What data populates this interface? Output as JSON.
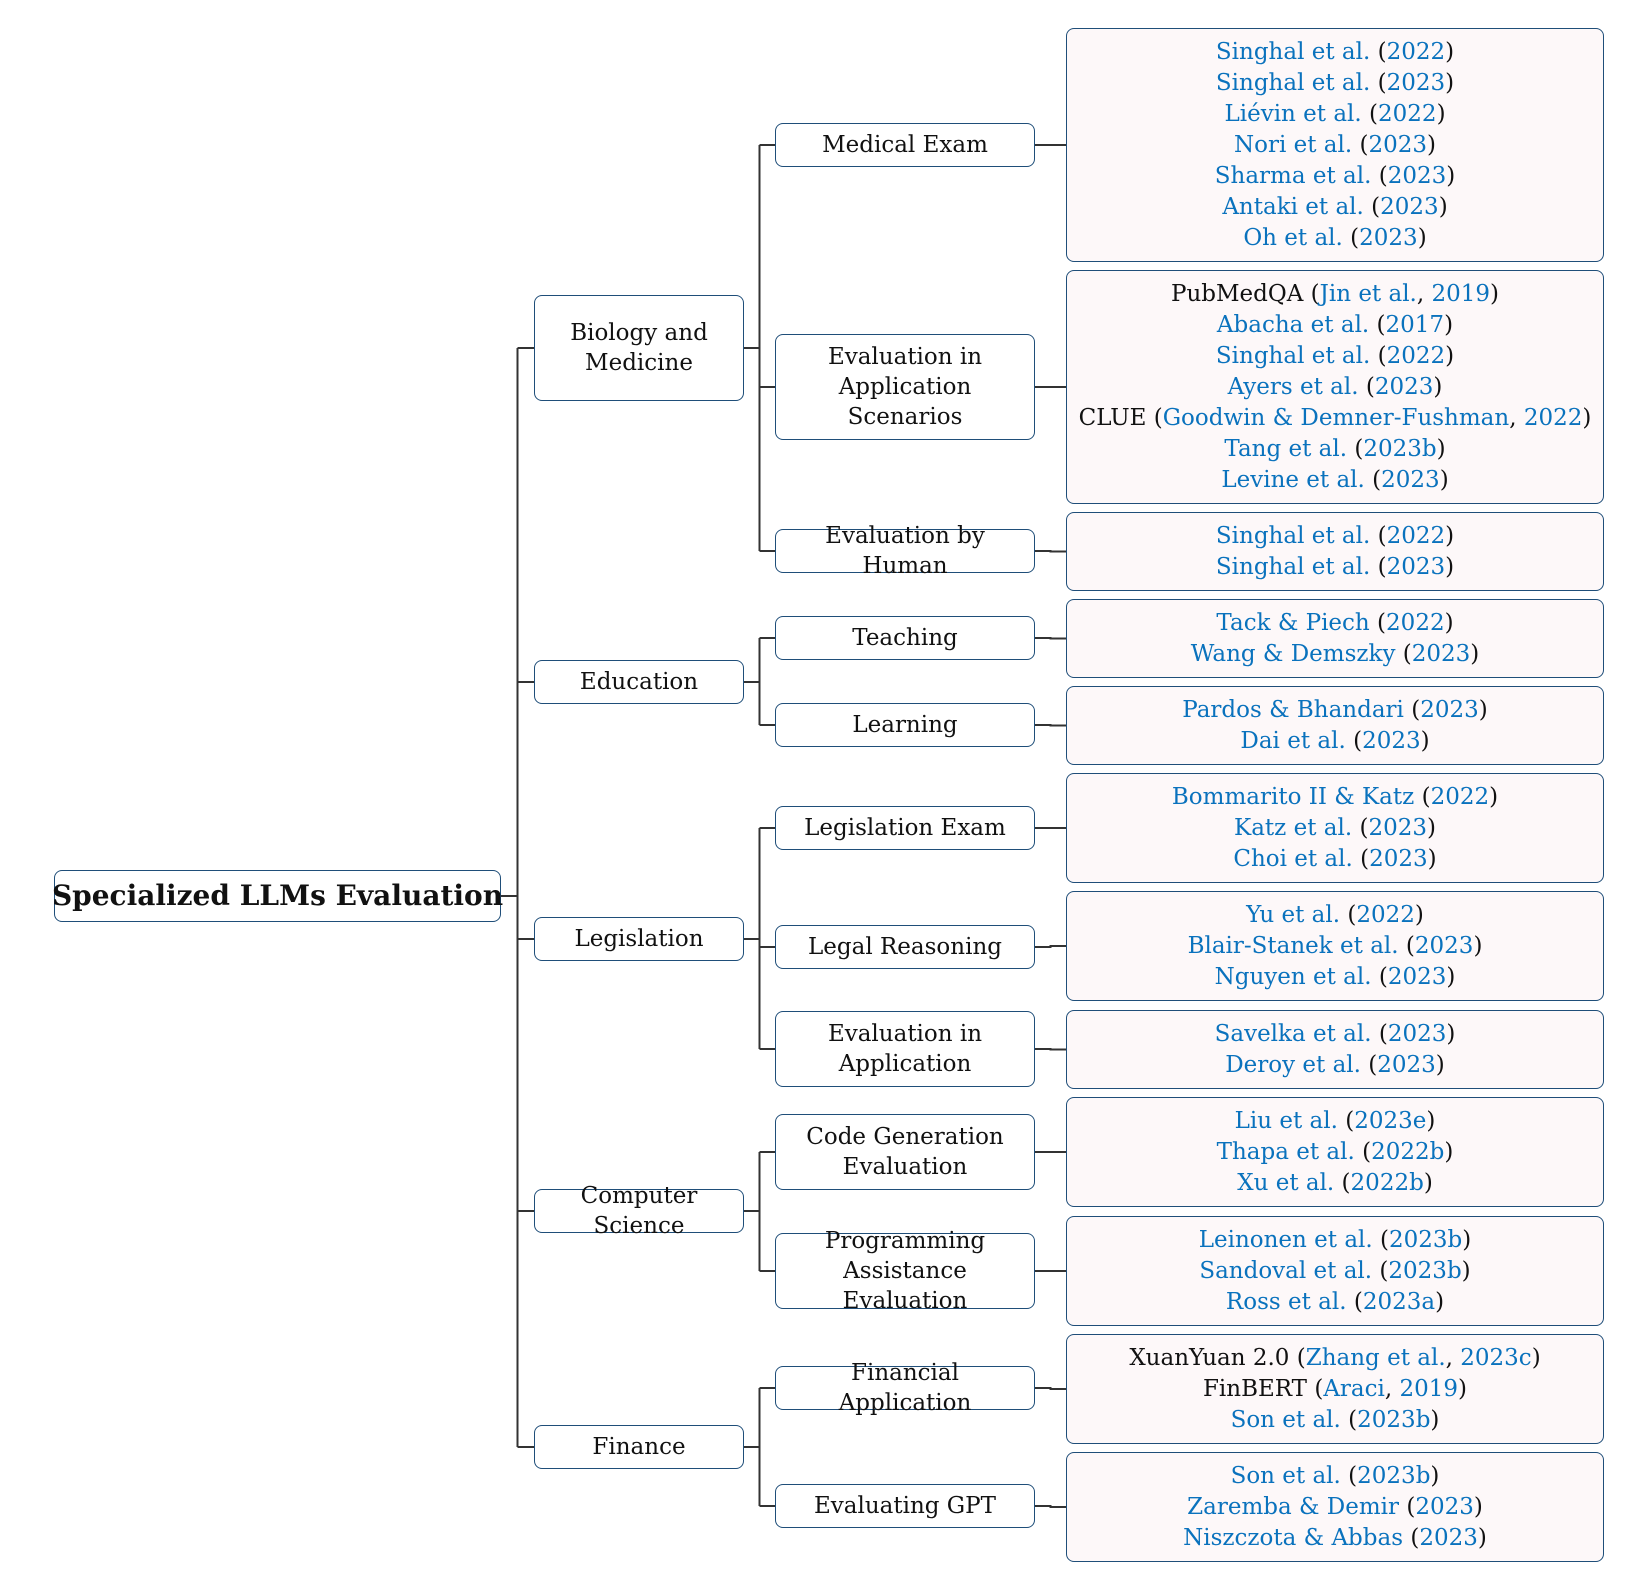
{
  "colors": {
    "box_border": "#1f4e79",
    "link_blue": "#0a72bd",
    "leaf_fill": "#fdf8f9",
    "connector": "#333333"
  },
  "root": {
    "label": "Specialized LLMs Evaluation"
  },
  "categories": [
    {
      "key": "bio",
      "label": "Biology and Medicine",
      "subs": [
        {
          "label": "Medical Exam",
          "refs": [
            [
              {
                "t": "Singhal et al.",
                "b": 1
              },
              {
                "t": " (",
                "b": 0
              },
              {
                "t": "2022",
                "b": 1
              },
              {
                "t": ")",
                "b": 0
              }
            ],
            [
              {
                "t": "Singhal et al.",
                "b": 1
              },
              {
                "t": " (",
                "b": 0
              },
              {
                "t": "2023",
                "b": 1
              },
              {
                "t": ")",
                "b": 0
              }
            ],
            [
              {
                "t": "Liévin et al.",
                "b": 1
              },
              {
                "t": " (",
                "b": 0
              },
              {
                "t": "2022",
                "b": 1
              },
              {
                "t": ")",
                "b": 0
              }
            ],
            [
              {
                "t": "Nori et al.",
                "b": 1
              },
              {
                "t": " (",
                "b": 0
              },
              {
                "t": "2023",
                "b": 1
              },
              {
                "t": ")",
                "b": 0
              }
            ],
            [
              {
                "t": "Sharma et al.",
                "b": 1
              },
              {
                "t": " (",
                "b": 0
              },
              {
                "t": "2023",
                "b": 1
              },
              {
                "t": ")",
                "b": 0
              }
            ],
            [
              {
                "t": "Antaki et al.",
                "b": 1
              },
              {
                "t": " (",
                "b": 0
              },
              {
                "t": "2023",
                "b": 1
              },
              {
                "t": ")",
                "b": 0
              }
            ],
            [
              {
                "t": "Oh et al.",
                "b": 1
              },
              {
                "t": " (",
                "b": 0
              },
              {
                "t": "2023",
                "b": 1
              },
              {
                "t": ")",
                "b": 0
              }
            ]
          ]
        },
        {
          "label": "Evaluation in Application Scenarios",
          "refs": [
            [
              {
                "t": "PubMedQA (",
                "b": 0
              },
              {
                "t": "Jin et al.",
                "b": 1
              },
              {
                "t": ", ",
                "b": 0
              },
              {
                "t": "2019",
                "b": 1
              },
              {
                "t": ")",
                "b": 0
              }
            ],
            [
              {
                "t": "Abacha et al.",
                "b": 1
              },
              {
                "t": " (",
                "b": 0
              },
              {
                "t": "2017",
                "b": 1
              },
              {
                "t": ")",
                "b": 0
              }
            ],
            [
              {
                "t": "Singhal et al.",
                "b": 1
              },
              {
                "t": " (",
                "b": 0
              },
              {
                "t": "2022",
                "b": 1
              },
              {
                "t": ")",
                "b": 0
              }
            ],
            [
              {
                "t": "Ayers et al.",
                "b": 1
              },
              {
                "t": " (",
                "b": 0
              },
              {
                "t": "2023",
                "b": 1
              },
              {
                "t": ")",
                "b": 0
              }
            ],
            [
              {
                "t": "CLUE (",
                "b": 0
              },
              {
                "t": "Goodwin & Demner-Fushman",
                "b": 1
              },
              {
                "t": ", ",
                "b": 0
              },
              {
                "t": "2022",
                "b": 1
              },
              {
                "t": ")",
                "b": 0
              }
            ],
            [
              {
                "t": "Tang et al.",
                "b": 1
              },
              {
                "t": " (",
                "b": 0
              },
              {
                "t": "2023b",
                "b": 1
              },
              {
                "t": ")",
                "b": 0
              }
            ],
            [
              {
                "t": "Levine et al.",
                "b": 1
              },
              {
                "t": " (",
                "b": 0
              },
              {
                "t": "2023",
                "b": 1
              },
              {
                "t": ")",
                "b": 0
              }
            ]
          ]
        },
        {
          "label": "Evaluation by Human",
          "refs": [
            [
              {
                "t": "Singhal et al.",
                "b": 1
              },
              {
                "t": " (",
                "b": 0
              },
              {
                "t": "2022",
                "b": 1
              },
              {
                "t": ")",
                "b": 0
              }
            ],
            [
              {
                "t": "Singhal et al.",
                "b": 1
              },
              {
                "t": " (",
                "b": 0
              },
              {
                "t": "2023",
                "b": 1
              },
              {
                "t": ")",
                "b": 0
              }
            ]
          ]
        }
      ]
    },
    {
      "key": "edu",
      "label": "Education",
      "subs": [
        {
          "label": "Teaching",
          "refs": [
            [
              {
                "t": "Tack & Piech",
                "b": 1
              },
              {
                "t": " (",
                "b": 0
              },
              {
                "t": "2022",
                "b": 1
              },
              {
                "t": ")",
                "b": 0
              }
            ],
            [
              {
                "t": "Wang & Demszky",
                "b": 1
              },
              {
                "t": " (",
                "b": 0
              },
              {
                "t": "2023",
                "b": 1
              },
              {
                "t": ")",
                "b": 0
              }
            ]
          ]
        },
        {
          "label": "Learning",
          "refs": [
            [
              {
                "t": "Pardos & Bhandari",
                "b": 1
              },
              {
                "t": " (",
                "b": 0
              },
              {
                "t": "2023",
                "b": 1
              },
              {
                "t": ")",
                "b": 0
              }
            ],
            [
              {
                "t": "Dai et al.",
                "b": 1
              },
              {
                "t": " (",
                "b": 0
              },
              {
                "t": "2023",
                "b": 1
              },
              {
                "t": ")",
                "b": 0
              }
            ]
          ]
        }
      ]
    },
    {
      "key": "leg",
      "label": "Legislation",
      "subs": [
        {
          "label": "Legislation Exam",
          "refs": [
            [
              {
                "t": "Bommarito II & Katz",
                "b": 1
              },
              {
                "t": " (",
                "b": 0
              },
              {
                "t": "2022",
                "b": 1
              },
              {
                "t": ")",
                "b": 0
              }
            ],
            [
              {
                "t": "Katz et al.",
                "b": 1
              },
              {
                "t": " (",
                "b": 0
              },
              {
                "t": "2023",
                "b": 1
              },
              {
                "t": ")",
                "b": 0
              }
            ],
            [
              {
                "t": "Choi et al.",
                "b": 1
              },
              {
                "t": " (",
                "b": 0
              },
              {
                "t": "2023",
                "b": 1
              },
              {
                "t": ")",
                "b": 0
              }
            ]
          ]
        },
        {
          "label": "Legal Reasoning",
          "refs": [
            [
              {
                "t": "Yu et al.",
                "b": 1
              },
              {
                "t": " (",
                "b": 0
              },
              {
                "t": "2022",
                "b": 1
              },
              {
                "t": ")",
                "b": 0
              }
            ],
            [
              {
                "t": "Blair-Stanek et al.",
                "b": 1
              },
              {
                "t": " (",
                "b": 0
              },
              {
                "t": "2023",
                "b": 1
              },
              {
                "t": ")",
                "b": 0
              }
            ],
            [
              {
                "t": "Nguyen et al.",
                "b": 1
              },
              {
                "t": " (",
                "b": 0
              },
              {
                "t": "2023",
                "b": 1
              },
              {
                "t": ")",
                "b": 0
              }
            ]
          ]
        },
        {
          "label": "Evaluation in Application",
          "refs": [
            [
              {
                "t": "Savelka et al.",
                "b": 1
              },
              {
                "t": " (",
                "b": 0
              },
              {
                "t": "2023",
                "b": 1
              },
              {
                "t": ")",
                "b": 0
              }
            ],
            [
              {
                "t": "Deroy et al.",
                "b": 1
              },
              {
                "t": " (",
                "b": 0
              },
              {
                "t": "2023",
                "b": 1
              },
              {
                "t": ")",
                "b": 0
              }
            ]
          ]
        }
      ]
    },
    {
      "key": "cs",
      "label": "Computer Science",
      "subs": [
        {
          "label": "Code Generation Evaluation",
          "refs": [
            [
              {
                "t": "Liu et al.",
                "b": 1
              },
              {
                "t": " (",
                "b": 0
              },
              {
                "t": "2023e",
                "b": 1
              },
              {
                "t": ")",
                "b": 0
              }
            ],
            [
              {
                "t": "Thapa et al.",
                "b": 1
              },
              {
                "t": " (",
                "b": 0
              },
              {
                "t": "2022b",
                "b": 1
              },
              {
                "t": ")",
                "b": 0
              }
            ],
            [
              {
                "t": "Xu et al.",
                "b": 1
              },
              {
                "t": " (",
                "b": 0
              },
              {
                "t": "2022b",
                "b": 1
              },
              {
                "t": ")",
                "b": 0
              }
            ]
          ]
        },
        {
          "label": "Programming Assistance Evaluation",
          "refs": [
            [
              {
                "t": "Leinonen et al.",
                "b": 1
              },
              {
                "t": " (",
                "b": 0
              },
              {
                "t": "2023b",
                "b": 1
              },
              {
                "t": ")",
                "b": 0
              }
            ],
            [
              {
                "t": "Sandoval et al.",
                "b": 1
              },
              {
                "t": " (",
                "b": 0
              },
              {
                "t": "2023b",
                "b": 1
              },
              {
                "t": ")",
                "b": 0
              }
            ],
            [
              {
                "t": "Ross et al.",
                "b": 1
              },
              {
                "t": " (",
                "b": 0
              },
              {
                "t": "2023a",
                "b": 1
              },
              {
                "t": ")",
                "b": 0
              }
            ]
          ]
        }
      ]
    },
    {
      "key": "fin",
      "label": "Finance",
      "subs": [
        {
          "label": "Financial Application",
          "refs": [
            [
              {
                "t": "XuanYuan 2.0 (",
                "b": 0
              },
              {
                "t": "Zhang et al.",
                "b": 1
              },
              {
                "t": ", ",
                "b": 0
              },
              {
                "t": "2023c",
                "b": 1
              },
              {
                "t": ")",
                "b": 0
              }
            ],
            [
              {
                "t": "FinBERT (",
                "b": 0
              },
              {
                "t": "Araci",
                "b": 1
              },
              {
                "t": ", ",
                "b": 0
              },
              {
                "t": "2019",
                "b": 1
              },
              {
                "t": ")",
                "b": 0
              }
            ],
            [
              {
                "t": "Son et al.",
                "b": 1
              },
              {
                "t": " (",
                "b": 0
              },
              {
                "t": "2023b",
                "b": 1
              },
              {
                "t": ")",
                "b": 0
              }
            ]
          ]
        },
        {
          "label": "Evaluating GPT",
          "refs": [
            [
              {
                "t": "Son et al.",
                "b": 1
              },
              {
                "t": " (",
                "b": 0
              },
              {
                "t": "2023b",
                "b": 1
              },
              {
                "t": ")",
                "b": 0
              }
            ],
            [
              {
                "t": "Zaremba & Demir",
                "b": 1
              },
              {
                "t": " (",
                "b": 0
              },
              {
                "t": "2023",
                "b": 1
              },
              {
                "t": ")",
                "b": 0
              }
            ],
            [
              {
                "t": "Niszczota & Abbas",
                "b": 1
              },
              {
                "t": " (",
                "b": 0
              },
              {
                "t": "2023",
                "b": 1
              },
              {
                "t": ")",
                "b": 0
              }
            ]
          ]
        }
      ]
    }
  ]
}
